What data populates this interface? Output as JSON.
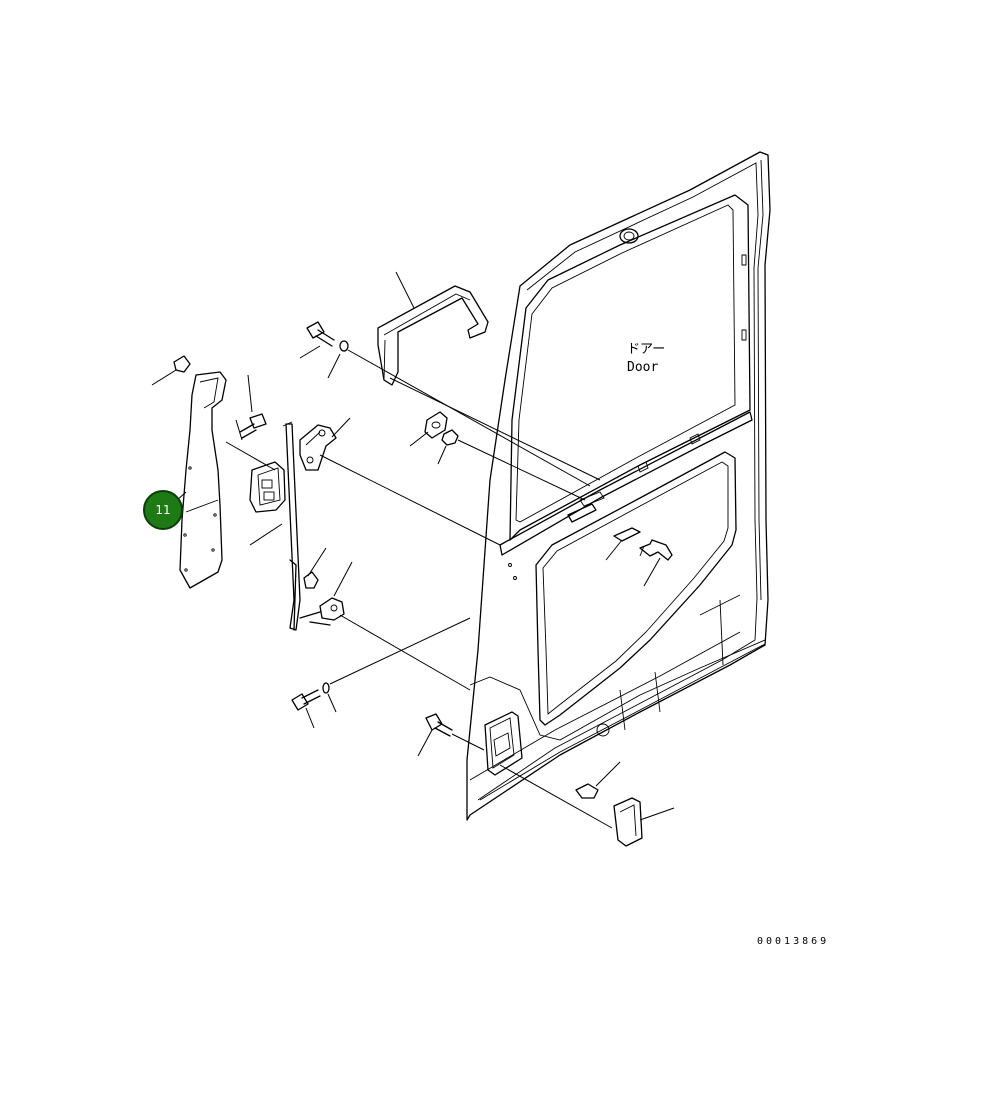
{
  "door_label": {
    "jp": "ドアー",
    "en": "Door"
  },
  "callouts": [
    {
      "number": "11",
      "color": "#1e7a14",
      "border": "#0b3d07"
    }
  ],
  "drawing_number": "00013869"
}
